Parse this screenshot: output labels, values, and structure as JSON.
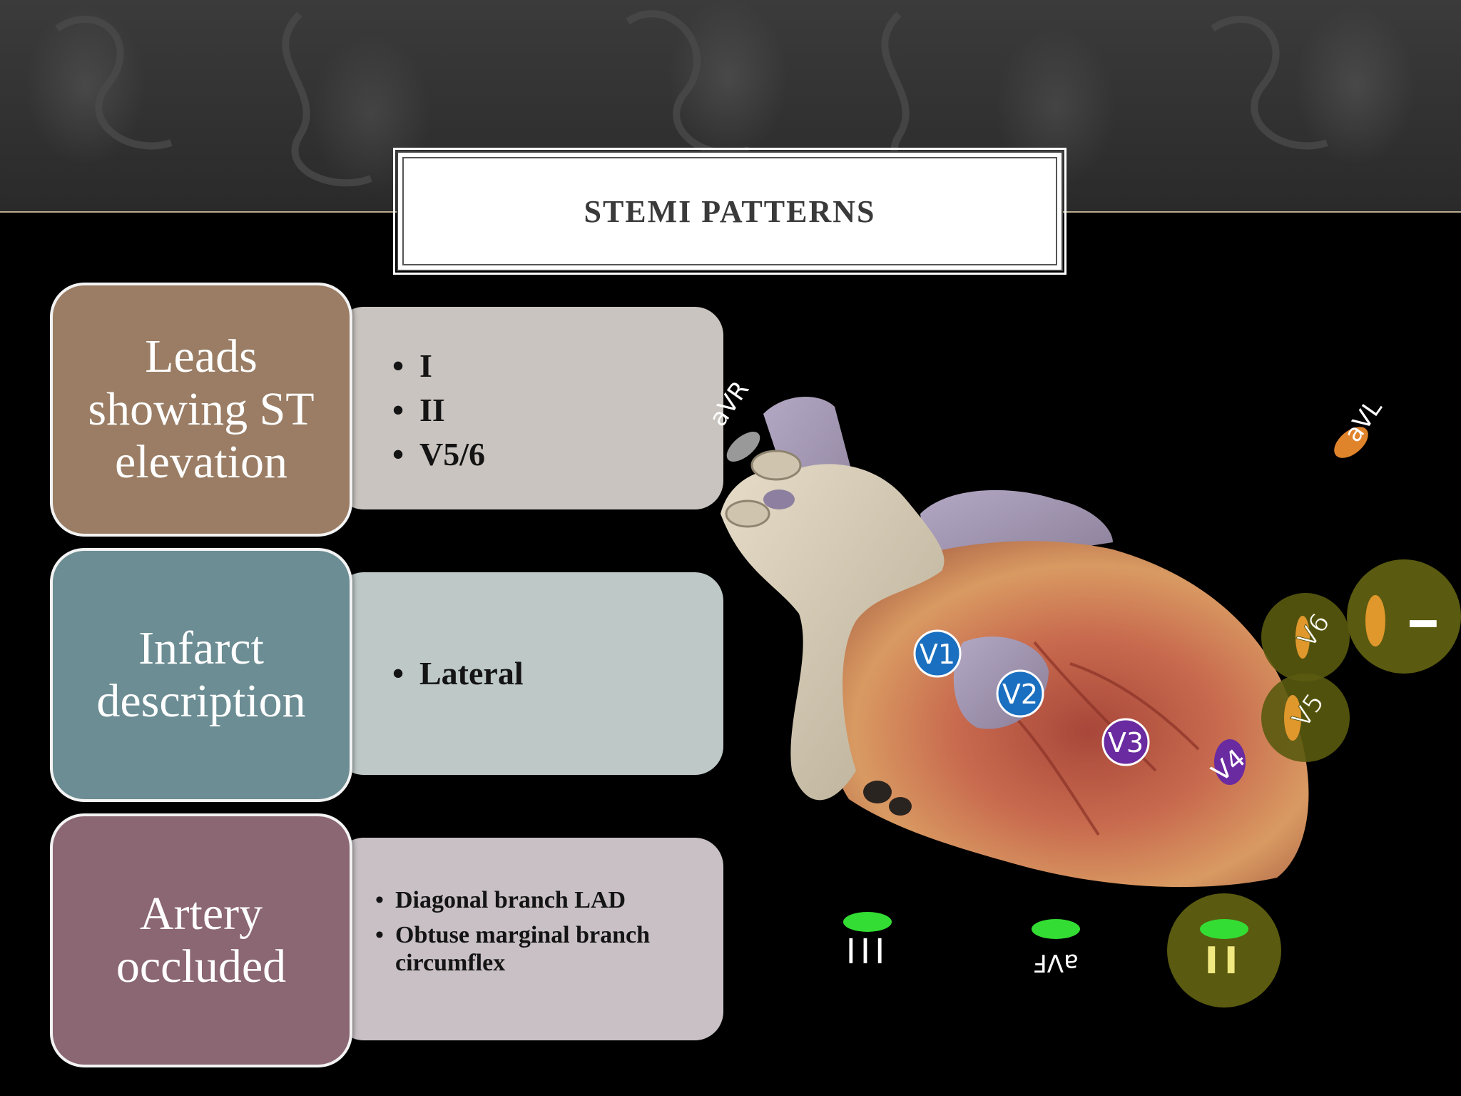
{
  "title": "STEMI PATTERNS",
  "rows": [
    {
      "label": "Leads showing ST elevation",
      "items": [
        "I",
        "II",
        "V5/6"
      ]
    },
    {
      "label": "Infarct description",
      "items": [
        "Lateral"
      ]
    },
    {
      "label": "Artery occluded",
      "items": [
        "Diagonal branch LAD",
        "Obtuse marginal branch circumflex"
      ]
    }
  ],
  "leads": {
    "avr": "aVR",
    "avl": "aVL",
    "v1": "V1",
    "v2": "V2",
    "v3": "V3",
    "v4": "V4",
    "v5": "V5",
    "v6": "V6",
    "lead_i": "I",
    "lead_ii": "II",
    "lead_iii": "III",
    "avf": "aVF"
  },
  "colors": {
    "leads_label": "#9a7d64",
    "infarct_label": "#6b8d93",
    "artery_label": "#8b6673",
    "highlight": "#5a5a10",
    "v_blue": "#1a6fc0",
    "v_purple": "#6a2aa0",
    "lateral_orange": "#e0982c",
    "inferior_green": "#33dd33"
  }
}
